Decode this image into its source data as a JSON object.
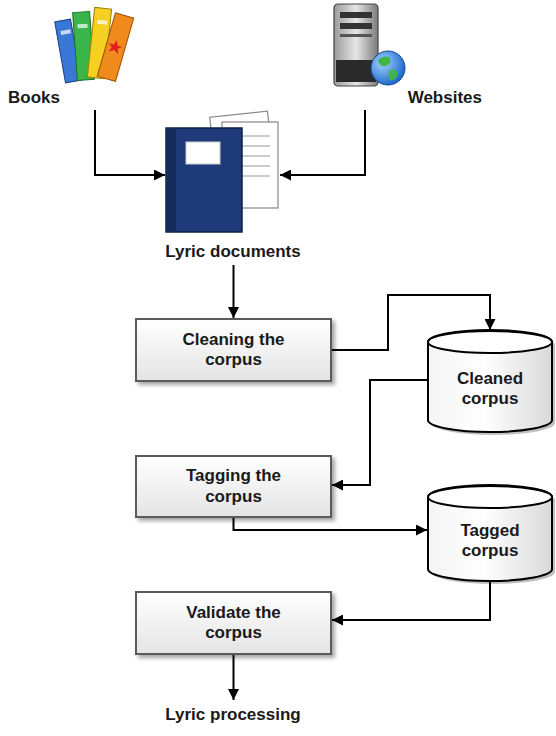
{
  "diagram": {
    "nodes": [
      {
        "text": [
          "Books"
        ]
      },
      {
        "text": [
          "Websites"
        ]
      },
      {
        "text": [
          "Lyric documents"
        ]
      },
      {
        "text": [
          "Cleaning the corpus"
        ]
      },
      {
        "text": [
          "Cleaned corpus"
        ]
      },
      {
        "text": [
          "Tagging the corpus"
        ]
      },
      {
        "text": [
          "Tagged corpus"
        ]
      },
      {
        "text": [
          "Validate the corpus"
        ]
      },
      {
        "text": [
          "Lyric processing"
        ]
      }
    ],
    "edges": [
      {
        "from": 0,
        "to": 2,
        "arrow": "to"
      },
      {
        "from": 1,
        "to": 2,
        "arrow": "to"
      },
      {
        "from": 2,
        "to": 3,
        "arrow": "to"
      },
      {
        "from": 3,
        "to": 4,
        "arrow": "to"
      },
      {
        "from": 4,
        "to": 5,
        "arrow": "to"
      },
      {
        "from": 5,
        "to": 6,
        "arrow": "to"
      },
      {
        "from": 6,
        "to": 7,
        "arrow": "to"
      },
      {
        "from": 7,
        "to": 8,
        "arrow": "to"
      }
    ]
  }
}
